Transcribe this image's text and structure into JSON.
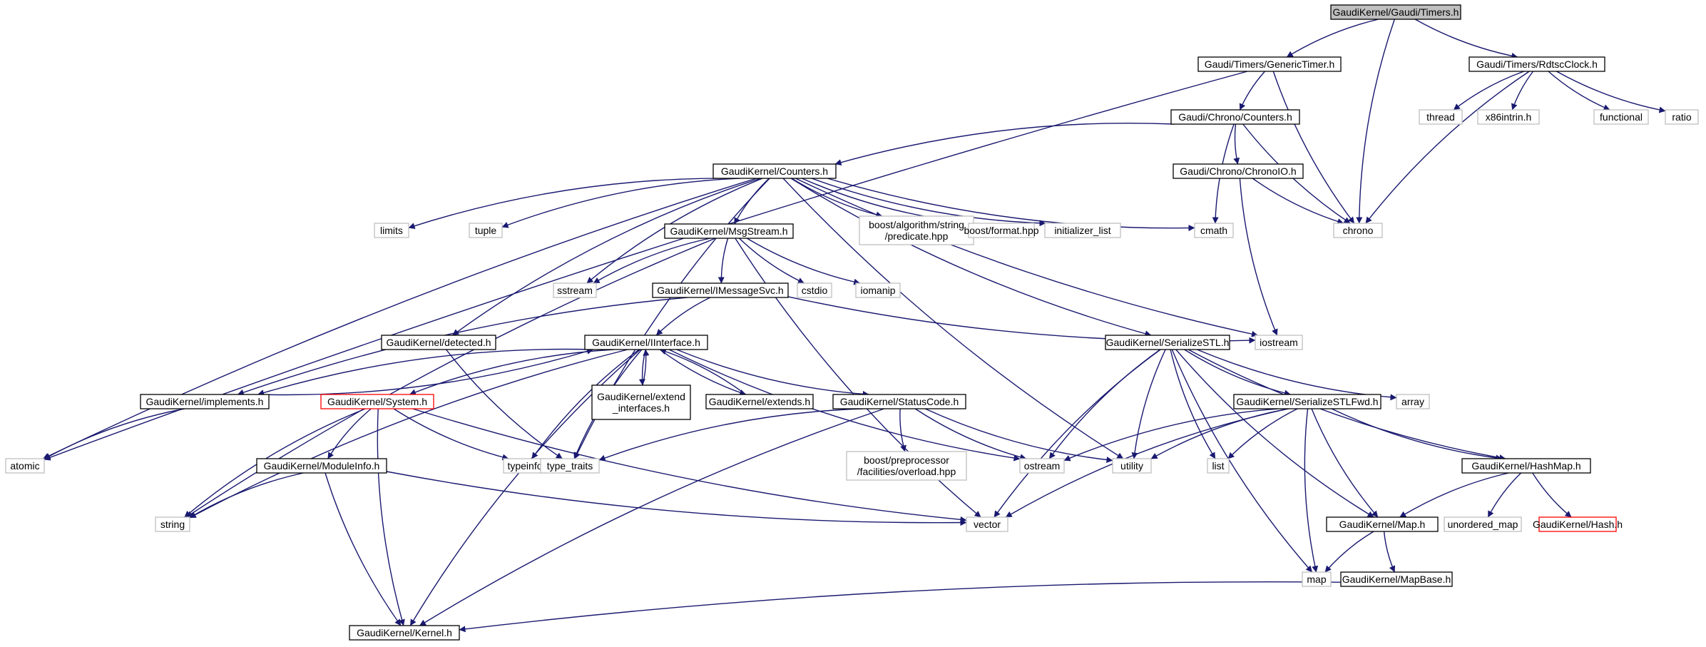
{
  "colors": {
    "edge": "#191970",
    "border_internal": "#000000",
    "border_external": "#bfbfbf",
    "border_truncated": "#ff0000",
    "fill_root": "#bfbfbf",
    "fill_default": "#ffffff",
    "text": "#000000"
  },
  "nodes": [
    {
      "id": "timers",
      "label": "GaudiKernel/Gaudi/Timers.h",
      "kind": "root"
    },
    {
      "id": "generictimer",
      "label": "Gaudi/Timers/GenericTimer.h",
      "kind": "internal"
    },
    {
      "id": "rdtscclock",
      "label": "Gaudi/Timers/RdtscClock.h",
      "kind": "internal"
    },
    {
      "id": "chronocounters",
      "label": "Gaudi/Chrono/Counters.h",
      "kind": "internal"
    },
    {
      "id": "chronoio",
      "label": "Gaudi/Chrono/ChronoIO.h",
      "kind": "internal"
    },
    {
      "id": "gkcounters",
      "label": "GaudiKernel/Counters.h",
      "kind": "internal"
    },
    {
      "id": "msgstream",
      "label": "GaudiKernel/MsgStream.h",
      "kind": "internal"
    },
    {
      "id": "imessagesvc",
      "label": "GaudiKernel/IMessageSvc.h",
      "kind": "internal"
    },
    {
      "id": "detected",
      "label": "GaudiKernel/detected.h",
      "kind": "internal"
    },
    {
      "id": "iinterface",
      "label": "GaudiKernel/IInterface.h",
      "kind": "internal"
    },
    {
      "id": "implements",
      "label": "GaudiKernel/implements.h",
      "kind": "internal"
    },
    {
      "id": "system",
      "label": "GaudiKernel/System.h",
      "kind": "truncated"
    },
    {
      "id": "extendinterfaces",
      "label": "GaudiKernel/extend\n_interfaces.h",
      "kind": "internal"
    },
    {
      "id": "extends",
      "label": "GaudiKernel/extends.h",
      "kind": "internal"
    },
    {
      "id": "statuscode",
      "label": "GaudiKernel/StatusCode.h",
      "kind": "internal"
    },
    {
      "id": "moduleinfo",
      "label": "GaudiKernel/ModuleInfo.h",
      "kind": "internal"
    },
    {
      "id": "kernel",
      "label": "GaudiKernel/Kernel.h",
      "kind": "internal"
    },
    {
      "id": "serializestl",
      "label": "GaudiKernel/SerializeSTL.h",
      "kind": "internal"
    },
    {
      "id": "serializestlfwd",
      "label": "GaudiKernel/SerializeSTLFwd.h",
      "kind": "internal"
    },
    {
      "id": "hashmap",
      "label": "GaudiKernel/HashMap.h",
      "kind": "internal"
    },
    {
      "id": "gkmap",
      "label": "GaudiKernel/Map.h",
      "kind": "internal"
    },
    {
      "id": "mapbase",
      "label": "GaudiKernel/MapBase.h",
      "kind": "internal"
    },
    {
      "id": "hash",
      "label": "GaudiKernel/Hash.h",
      "kind": "truncated"
    },
    {
      "id": "atomic",
      "label": "atomic",
      "kind": "external"
    },
    {
      "id": "chrono",
      "label": "chrono",
      "kind": "external"
    },
    {
      "id": "thread",
      "label": "thread",
      "kind": "external"
    },
    {
      "id": "x86intrin",
      "label": "x86intrin.h",
      "kind": "external"
    },
    {
      "id": "functional",
      "label": "functional",
      "kind": "external"
    },
    {
      "id": "ratio",
      "label": "ratio",
      "kind": "external"
    },
    {
      "id": "cmath",
      "label": "cmath",
      "kind": "external"
    },
    {
      "id": "limits",
      "label": "limits",
      "kind": "external"
    },
    {
      "id": "tuple",
      "label": "tuple",
      "kind": "external"
    },
    {
      "id": "boostpredicate",
      "label": "boost/algorithm/string\n/predicate.hpp",
      "kind": "external"
    },
    {
      "id": "boostformat",
      "label": "boost/format.hpp",
      "kind": "external"
    },
    {
      "id": "initializerlist",
      "label": "initializer_list",
      "kind": "external"
    },
    {
      "id": "sstream",
      "label": "sstream",
      "kind": "external"
    },
    {
      "id": "cstdio",
      "label": "cstdio",
      "kind": "external"
    },
    {
      "id": "iomanip",
      "label": "iomanip",
      "kind": "external"
    },
    {
      "id": "iostream",
      "label": "iostream",
      "kind": "external"
    },
    {
      "id": "array",
      "label": "array",
      "kind": "external"
    },
    {
      "id": "typeinfo",
      "label": "typeinfo",
      "kind": "external"
    },
    {
      "id": "typetraits",
      "label": "type_traits",
      "kind": "external"
    },
    {
      "id": "boostoverload",
      "label": "boost/preprocessor\n/facilities/overload.hpp",
      "kind": "external"
    },
    {
      "id": "ostream",
      "label": "ostream",
      "kind": "external"
    },
    {
      "id": "utility",
      "label": "utility",
      "kind": "external"
    },
    {
      "id": "list",
      "label": "list",
      "kind": "external"
    },
    {
      "id": "string",
      "label": "string",
      "kind": "external"
    },
    {
      "id": "vector",
      "label": "vector",
      "kind": "external"
    },
    {
      "id": "unorderedmap",
      "label": "unordered_map",
      "kind": "external"
    },
    {
      "id": "map",
      "label": "map",
      "kind": "external"
    }
  ],
  "edges": [
    [
      "timers",
      "generictimer"
    ],
    [
      "timers",
      "rdtscclock"
    ],
    [
      "timers",
      "chrono"
    ],
    [
      "generictimer",
      "atomic"
    ],
    [
      "generictimer",
      "chronocounters"
    ],
    [
      "generictimer",
      "chrono"
    ],
    [
      "rdtscclock",
      "thread"
    ],
    [
      "rdtscclock",
      "x86intrin"
    ],
    [
      "rdtscclock",
      "functional"
    ],
    [
      "rdtscclock",
      "ratio"
    ],
    [
      "rdtscclock",
      "chrono"
    ],
    [
      "chronocounters",
      "gkcounters"
    ],
    [
      "chronocounters",
      "chronoio"
    ],
    [
      "chronocounters",
      "chrono"
    ],
    [
      "chronocounters",
      "cmath"
    ],
    [
      "chronoio",
      "chrono"
    ],
    [
      "chronoio",
      "iostream"
    ],
    [
      "gkcounters",
      "atomic"
    ],
    [
      "gkcounters",
      "limits"
    ],
    [
      "gkcounters",
      "tuple"
    ],
    [
      "gkcounters",
      "msgstream"
    ],
    [
      "gkcounters",
      "boostpredicate"
    ],
    [
      "gkcounters",
      "boostformat"
    ],
    [
      "gkcounters",
      "initializerlist"
    ],
    [
      "gkcounters",
      "cmath"
    ],
    [
      "gkcounters",
      "sstream"
    ],
    [
      "gkcounters",
      "detected"
    ],
    [
      "gkcounters",
      "typetraits"
    ],
    [
      "gkcounters",
      "utility"
    ],
    [
      "gkcounters",
      "iostream"
    ],
    [
      "gkcounters",
      "serializestl"
    ],
    [
      "msgstream",
      "sstream"
    ],
    [
      "msgstream",
      "imessagesvc"
    ],
    [
      "msgstream",
      "cstdio"
    ],
    [
      "msgstream",
      "iomanip"
    ],
    [
      "msgstream",
      "string"
    ],
    [
      "msgstream",
      "vector"
    ],
    [
      "imessagesvc",
      "iinterface"
    ],
    [
      "imessagesvc",
      "implements"
    ],
    [
      "imessagesvc",
      "iostream"
    ],
    [
      "detected",
      "typetraits"
    ],
    [
      "iinterface",
      "system"
    ],
    [
      "iinterface",
      "statuscode"
    ],
    [
      "iinterface",
      "typeinfo"
    ],
    [
      "iinterface",
      "typetraits"
    ],
    [
      "iinterface",
      "ostream"
    ],
    [
      "iinterface",
      "string"
    ],
    [
      "iinterface",
      "kernel"
    ],
    [
      "iinterface",
      "implements"
    ],
    [
      "iinterface",
      "extendinterfaces"
    ],
    [
      "iinterface",
      "extends"
    ],
    [
      "implements",
      "iinterface"
    ],
    [
      "implements",
      "atomic"
    ],
    [
      "extendinterfaces",
      "iinterface"
    ],
    [
      "extends",
      "iinterface"
    ],
    [
      "system",
      "moduleinfo"
    ],
    [
      "system",
      "typeinfo"
    ],
    [
      "system",
      "string"
    ],
    [
      "system",
      "kernel"
    ],
    [
      "system",
      "vector"
    ],
    [
      "moduleinfo",
      "string"
    ],
    [
      "moduleinfo",
      "vector"
    ],
    [
      "moduleinfo",
      "kernel"
    ],
    [
      "statuscode",
      "typetraits"
    ],
    [
      "statuscode",
      "boostoverload"
    ],
    [
      "statuscode",
      "ostream"
    ],
    [
      "statuscode",
      "utility"
    ],
    [
      "statuscode",
      "kernel"
    ],
    [
      "serializestl",
      "ostream"
    ],
    [
      "serializestl",
      "utility"
    ],
    [
      "serializestl",
      "list"
    ],
    [
      "serializestl",
      "vector"
    ],
    [
      "serializestl",
      "array"
    ],
    [
      "serializestl",
      "serializestlfwd"
    ],
    [
      "serializestl",
      "hashmap"
    ],
    [
      "serializestl",
      "gkmap"
    ],
    [
      "serializestl",
      "map"
    ],
    [
      "serializestlfwd",
      "ostream"
    ],
    [
      "serializestlfwd",
      "utility"
    ],
    [
      "serializestlfwd",
      "list"
    ],
    [
      "serializestlfwd",
      "vector"
    ],
    [
      "serializestlfwd",
      "hashmap"
    ],
    [
      "serializestlfwd",
      "gkmap"
    ],
    [
      "serializestlfwd",
      "map"
    ],
    [
      "hashmap",
      "gkmap"
    ],
    [
      "hashmap",
      "unorderedmap"
    ],
    [
      "hashmap",
      "hash"
    ],
    [
      "gkmap",
      "map"
    ],
    [
      "gkmap",
      "mapbase"
    ],
    [
      "mapbase",
      "kernel"
    ]
  ]
}
